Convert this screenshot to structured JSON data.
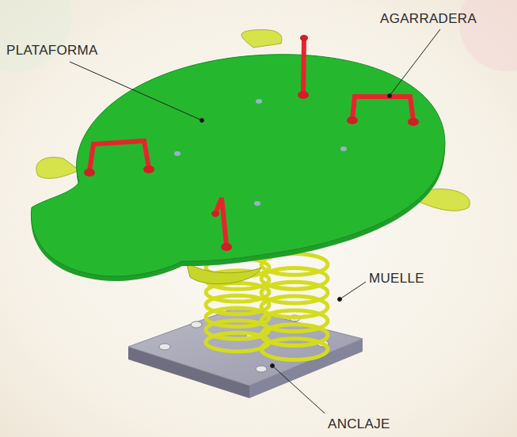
{
  "diagram": {
    "labels": [
      "PLATAFORMA",
      "AGARRADERA",
      "MUELLE",
      "ANCLAJE"
    ]
  }
}
